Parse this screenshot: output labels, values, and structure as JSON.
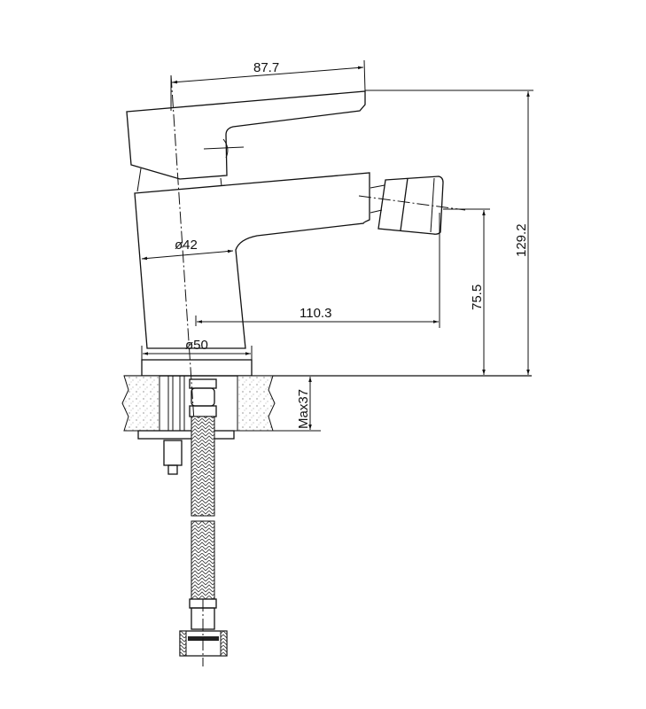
{
  "drawing": {
    "subject": "bidet faucet side view technical drawing",
    "line_color": "#111111",
    "background": "#ffffff"
  },
  "dimensions": {
    "handle_length": "87.7",
    "body_diameter": "ø42",
    "base_diameter": "ø50",
    "spout_reach": "110.3",
    "spout_height": "75.5",
    "total_height": "129.2",
    "max_deck_thickness": "Max37"
  }
}
